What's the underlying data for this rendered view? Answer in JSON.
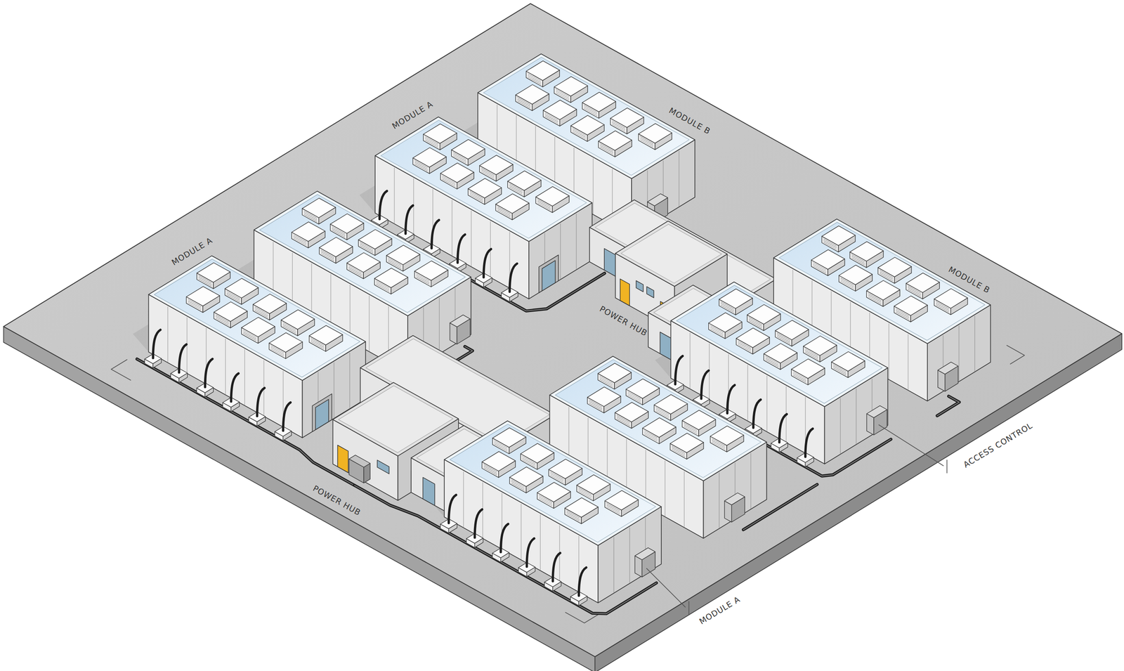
{
  "diagram": {
    "labels": [
      "MODULE A",
      "MODULE A",
      "MODULE B",
      "MODULE B",
      "POWER HUB",
      "POWER HUB",
      "ACCESS CONTROL",
      "MODULE A"
    ]
  }
}
